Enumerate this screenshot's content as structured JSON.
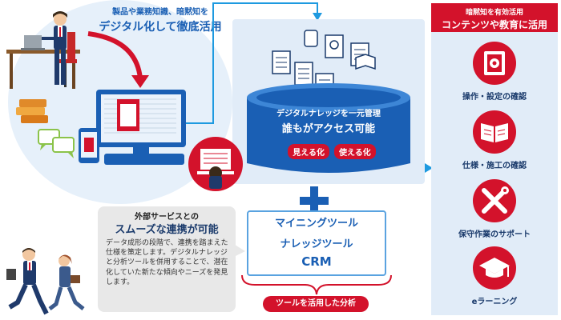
{
  "left": {
    "caption_small": "製品や業務知識、暗黙知を",
    "caption_large": "デジタル化して徹底活用"
  },
  "center": {
    "line1": "デジタルナレッジを一元管理",
    "line2": "誰もがアクセス可能",
    "pill_visible": "見える化",
    "pill_usable": "使える化"
  },
  "tools": {
    "line1": "マイニングツール",
    "line2": "ナレッジツール",
    "line3": "CRM",
    "analysis": "ツールを活用した分析"
  },
  "external": {
    "title_small": "外部サービスとの",
    "title_large": "スムーズな連携が可能",
    "body": "データ成形の段階で、連携を踏まえた仕様を策定します。デジタルナレッジと分析ツールを併用することで、潜在化していた新たな傾向やニーズを発見します。"
  },
  "right": {
    "header_small": "暗黙知を有効活用",
    "header_large": "コンテンツや教育に活用",
    "items": [
      {
        "label": "操作・設定の確認",
        "icon": "gear-book-icon"
      },
      {
        "label": "仕様・施工の確認",
        "icon": "open-book-icon"
      },
      {
        "label": "保守作業のサポート",
        "icon": "tools-icon"
      },
      {
        "label": "eラーニング",
        "icon": "graduation-cap-icon"
      }
    ]
  },
  "colors": {
    "brand_blue": "#1a5fb4",
    "accent_red": "#d3122b",
    "panel_blue": "#e1ecf8",
    "cyan": "#1e9ae0"
  }
}
